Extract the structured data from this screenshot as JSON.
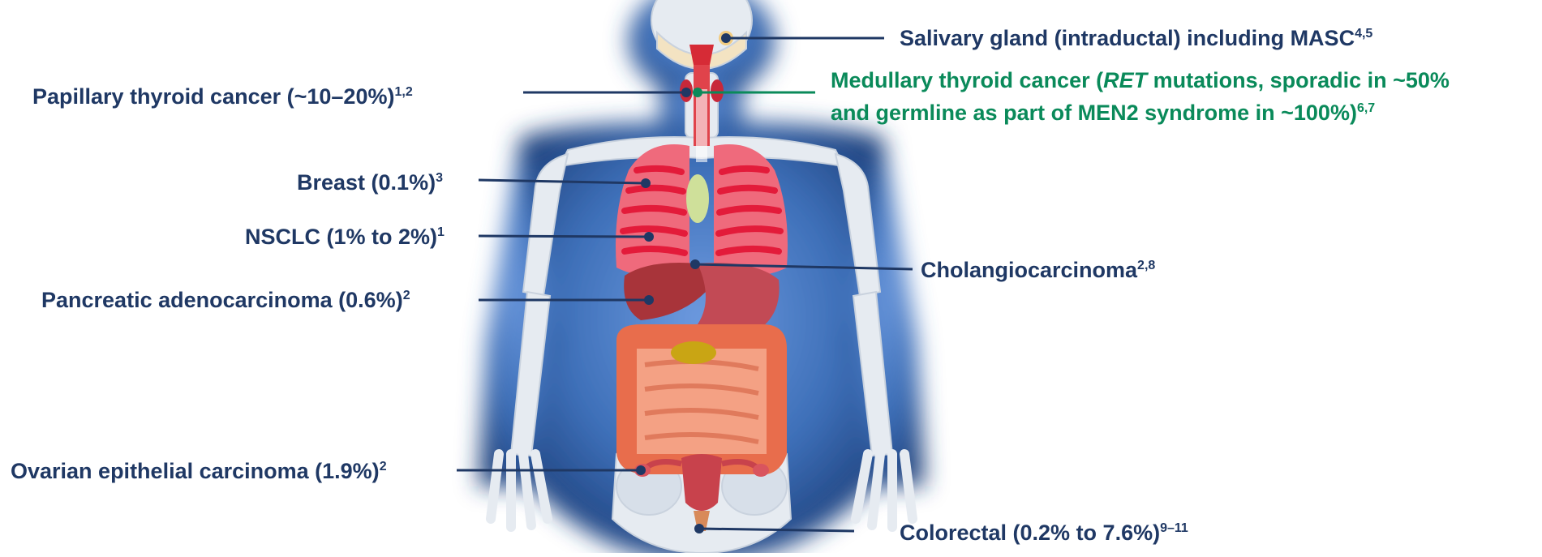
{
  "labels": {
    "salivary": {
      "text": "Salivary gland (intraductal) including MASC",
      "sup": "4,5"
    },
    "medullary": {
      "line1_pre": "Medullary thyroid cancer (",
      "line1_em": "RET",
      "line1_post": " mutations, sporadic in ~50%",
      "line2": "and germline as part of MEN2 syndrome in ~100%)",
      "sup": "6,7"
    },
    "papillary": {
      "text": "Papillary thyroid cancer (~10–20%)",
      "sup": "1,2"
    },
    "breast": {
      "text": "Breast (0.1%)",
      "sup": "3"
    },
    "nsclc": {
      "text": "NSCLC (1% to 2%)",
      "sup": "1"
    },
    "cholangio": {
      "text": "Cholangiocarcinoma",
      "sup": "2,8"
    },
    "pancreatic": {
      "text": "Pancreatic adenocarcinoma (0.6%)",
      "sup": "2"
    },
    "ovarian": {
      "text": "Ovarian epithelial carcinoma (1.9%)",
      "sup": "2"
    },
    "colorectal": {
      "text": "Colorectal (0.2% to 7.6%)",
      "sup": "9–11"
    }
  },
  "colors": {
    "label_navy": "#1f3864",
    "label_green": "#0a8a5a",
    "body_glow": "#3d6fb8",
    "skeleton": "#e6ebf1",
    "lung": "#e8435a",
    "liver": "#a8343a",
    "intestine": "#f08a6a"
  }
}
